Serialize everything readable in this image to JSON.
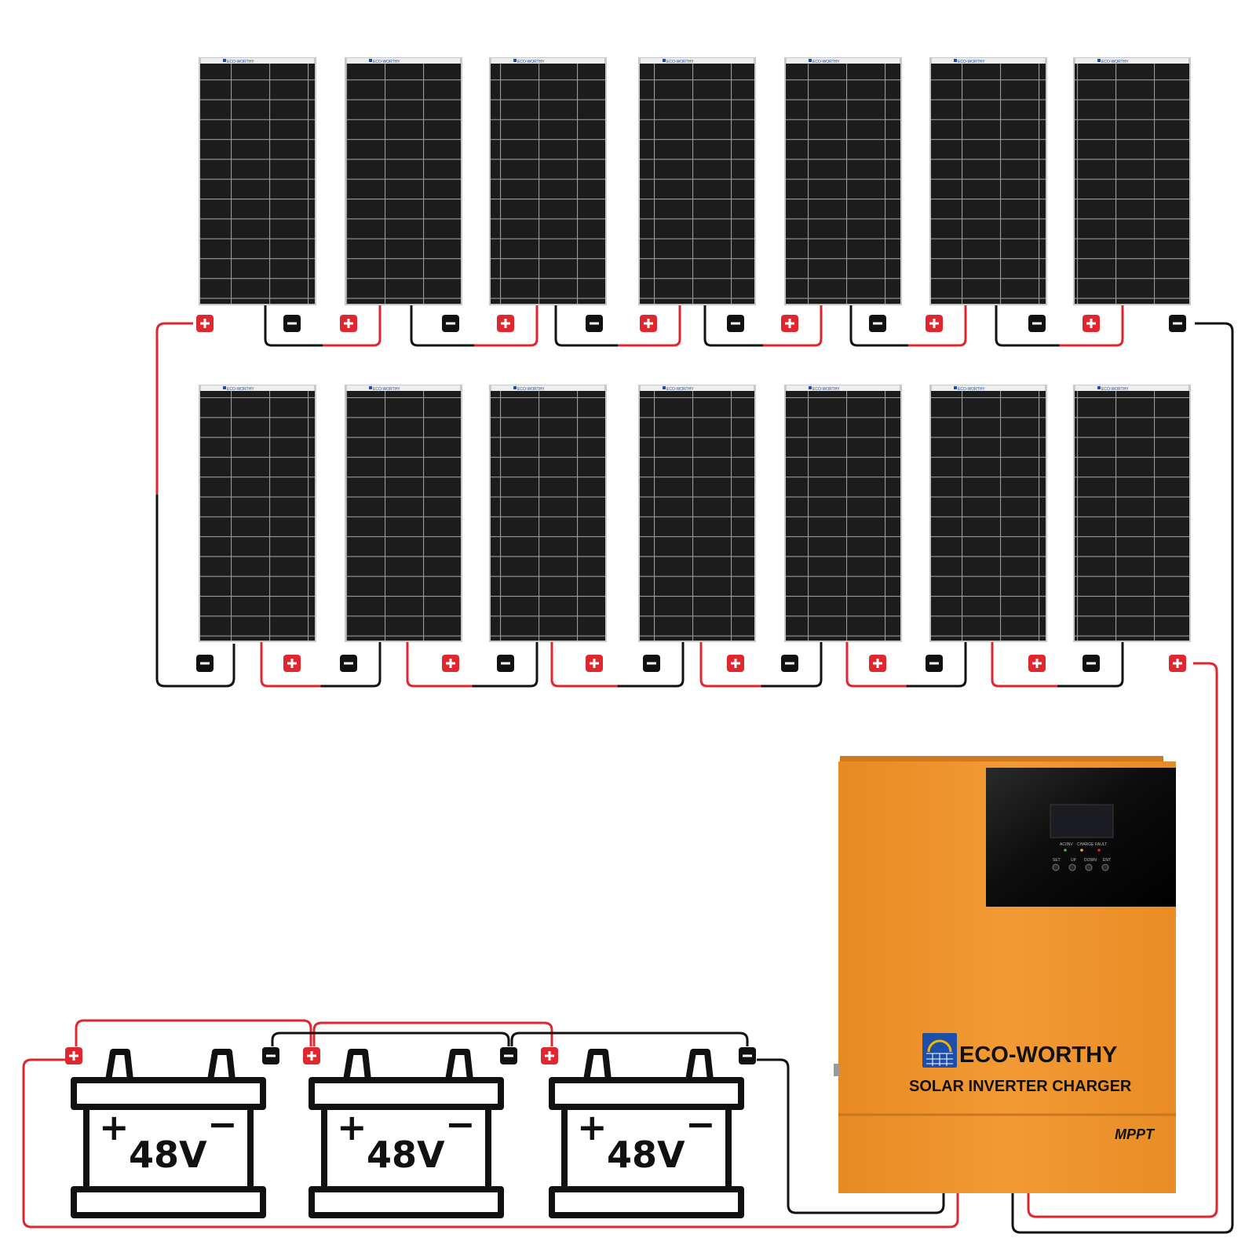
{
  "solar_panels": {
    "top_row_count": 7,
    "bottom_row_count": 7,
    "frame_brand_label": "ECO-WORTHY"
  },
  "batteries": [
    {
      "voltage_label": "48V",
      "plus_symbol": "+",
      "minus_symbol": "−"
    },
    {
      "voltage_label": "48V",
      "plus_symbol": "+",
      "minus_symbol": "−"
    },
    {
      "voltage_label": "48V",
      "plus_symbol": "+",
      "minus_symbol": "−"
    }
  ],
  "inverter": {
    "brand": "ECO-WORTHY",
    "product_name": "SOLAR INVERTER CHARGER",
    "tech_label": "MPPT",
    "indicator_labels": [
      "AC/INV",
      "CHARGE",
      "FAULT"
    ],
    "button_labels": [
      "SET",
      "UP",
      "DOWN",
      "ENT"
    ]
  },
  "colors": {
    "positive_wire": "#e0262f",
    "negative_wire": "#111111",
    "inverter_body": "#f0952e",
    "panel_cells": "#1a1a1a",
    "panel_frame": "#c8c8c8"
  }
}
